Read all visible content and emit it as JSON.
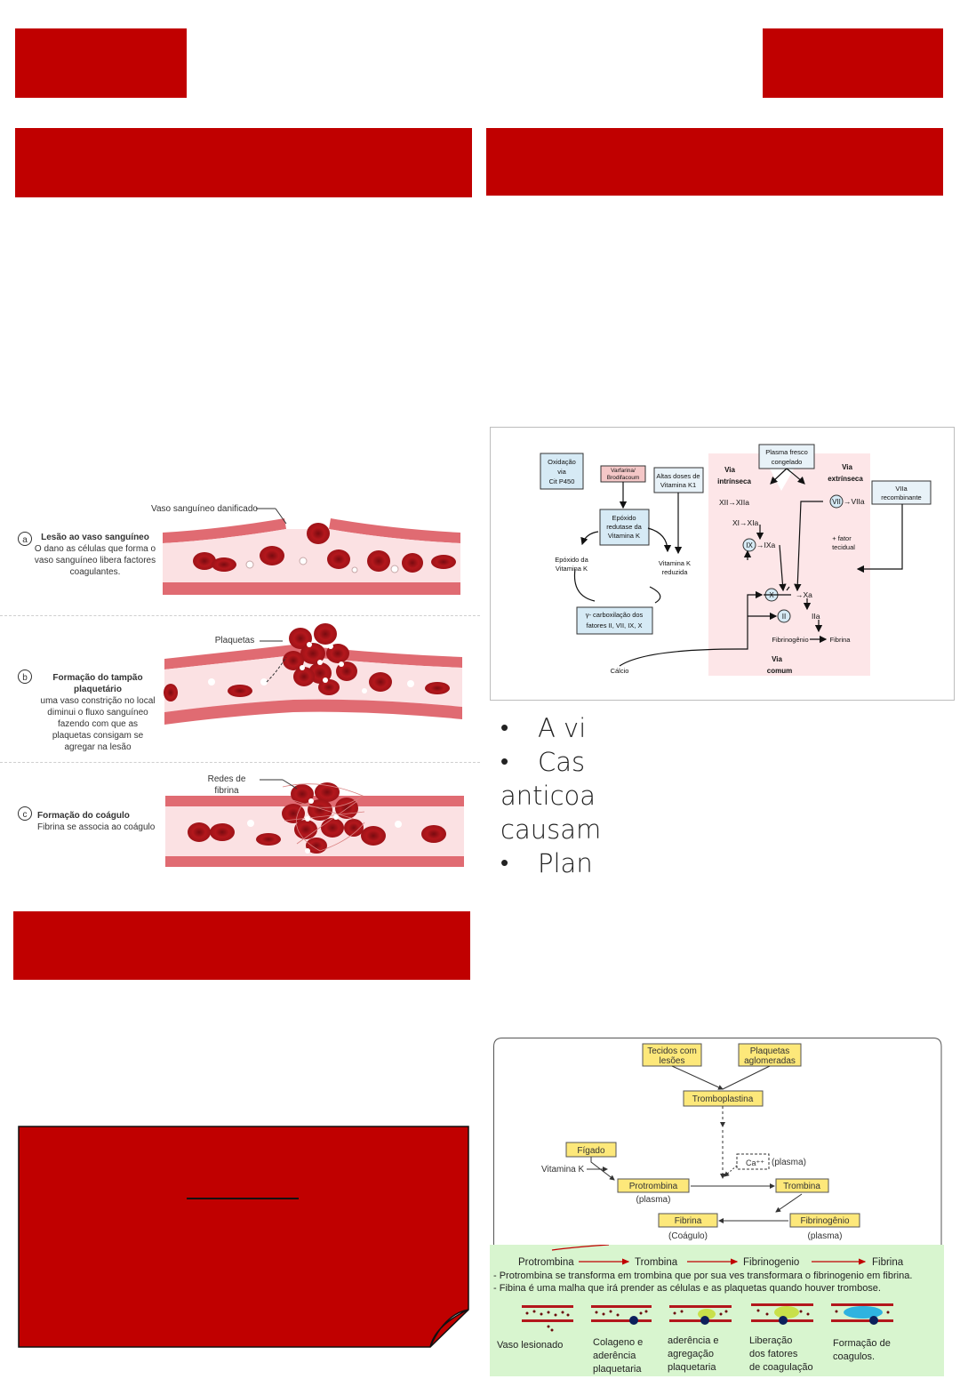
{
  "vessel": {
    "label_damaged": "Vaso sanguíneo danificado",
    "a": {
      "letter": "a",
      "title": "Lesão ao vaso sanguíneo",
      "text": [
        "O dano as células que forma o",
        "vaso sanguíneo libera factores",
        "coagulantes."
      ]
    },
    "b": {
      "letter": "b",
      "label": "Plaquetas",
      "title": [
        "Formação do tampão",
        "plaquetário"
      ],
      "text": [
        "uma vaso constrição no local",
        "diminui o fluxo sanguíneo",
        "fazendo com que as",
        "plaquetas consigam se",
        "agregar na lesão"
      ]
    },
    "c": {
      "letter": "c",
      "label": [
        "Redes de",
        "fibrina"
      ],
      "title": "Formação do coágulo",
      "text": "Fibrina se associa ao coágulo"
    }
  },
  "vitk": {
    "oxidacao": [
      "Oxidação",
      "via",
      "Cit P450"
    ],
    "varfarina": [
      "Varfarina/",
      "Brodifacoum"
    ],
    "altas": [
      "Altas doses de",
      "Vitamina K1"
    ],
    "plasma": [
      "Plasma fresco",
      "congelado"
    ],
    "epoxido_redutase": [
      "Epóxido",
      "redutase da",
      "Vitamina K"
    ],
    "epoxido_vitk": [
      "Epóxido da",
      "Vitamina K"
    ],
    "vitk_reduzida": [
      "Vitamina K",
      "reduzida"
    ],
    "carboxilacao": [
      "γ- carboxilação dos",
      "fatores II, VII, IX, X"
    ],
    "calcio": "Cálcio",
    "via_intrinseca": [
      "Via",
      "intrínseca"
    ],
    "via_extrinseca": [
      "Via",
      "extrínseca"
    ],
    "via_comum": [
      "Via",
      "comum"
    ],
    "viia_recombinante": [
      "VIIa",
      "recombinante"
    ],
    "xii": "XII→XIIa",
    "xi": "XI→XIa",
    "ix": "IX",
    "ixa": "→IXa",
    "vii": "VII",
    "viia": "→VIIa",
    "fator_tecidual": [
      "+ fator",
      "tecidual"
    ],
    "x": "X",
    "xa": "→Xa",
    "ii": "II",
    "iia": "IIa",
    "fibrinogenio": "Fibrinogênio",
    "fibrina": "Fibrina"
  },
  "bullets": {
    "b1": "A vi",
    "b2": "Cas",
    "b2_cont1": "anticoa",
    "b2_cont2": "causam",
    "b3": "Plan"
  },
  "cascade": {
    "tecidos": [
      "Tecidos com",
      "lesões"
    ],
    "plaquetas": [
      "Plaquetas",
      "aglomeradas"
    ],
    "tromboplastina": "Tromboplastina",
    "figado": "Fígado",
    "vitamina_k": "Vitamina K",
    "ca": "Ca⁺⁺",
    "ca_plasma": "(plasma)",
    "protrombina": "Protrombina",
    "protrombina_plasma": "(plasma)",
    "trombina": "Trombina",
    "fibrina": "Fibrina",
    "coagulo": "(Coágulo)",
    "fibrinogenio": "Fibrinogênio",
    "fibrinogenio_plasma": "(plasma)"
  },
  "green": {
    "seq": [
      "Protrombina",
      "Trombina",
      "Fibrinogenio",
      "Fibrina"
    ],
    "line1": "- Protrombina se transforma em trombina que por sua ves transformara o fibrinogenio em fibrina.",
    "line2": "- Fibina é uma malha que irá prender as células e as plaquetas quando houver trombose.",
    "captions": [
      [
        "Vaso lesionado"
      ],
      [
        "Colageno e",
        "aderência",
        "plaquetaria"
      ],
      [
        "aderência e",
        "agregação",
        "plaquetaria"
      ],
      [
        "Liberação",
        "dos fatores",
        "de coagulação"
      ],
      [
        "Formação de",
        "coagulos."
      ]
    ]
  },
  "colors": {
    "red": "#c00000",
    "vessel_wall": "#e06b72",
    "vessel_inner": "#fbe1e3",
    "rbc": "#b3171c",
    "box_blue": "#d6eaf5",
    "box_yellow": "#fde87a",
    "green_bg": "#d8f5cf",
    "pink_zone": "#fde6e8"
  }
}
